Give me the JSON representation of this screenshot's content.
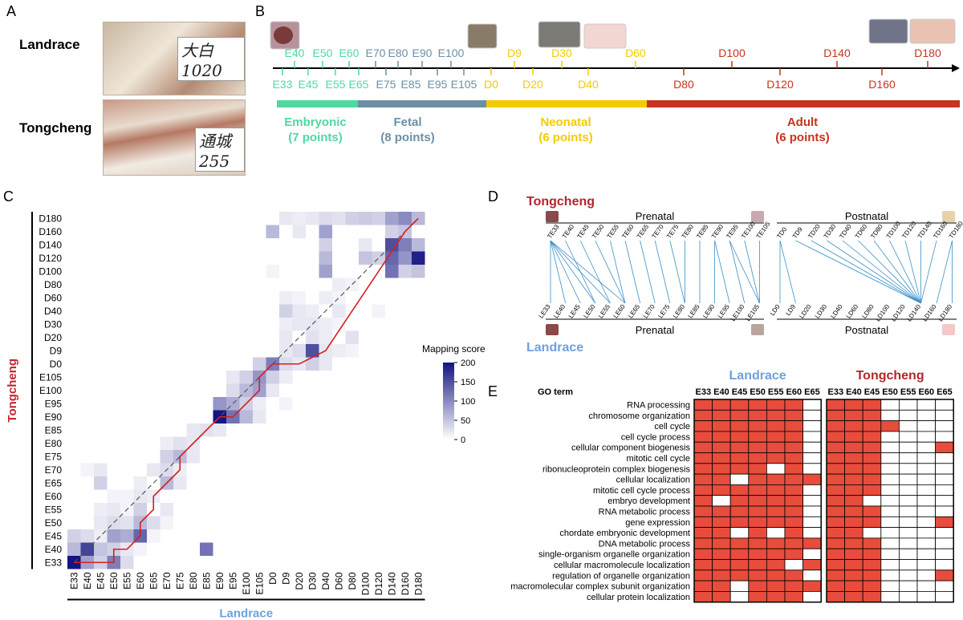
{
  "panels": {
    "A": "A",
    "B": "B",
    "C": "C",
    "D": "D",
    "E": "E"
  },
  "panelA": {
    "breeds": [
      "Landrace",
      "Tongcheng"
    ],
    "tags": [
      "大白1020",
      "通城255"
    ]
  },
  "panelB": {
    "top_labels": [
      {
        "text": "E40",
        "color": "#4fd9a0"
      },
      {
        "text": "E50",
        "color": "#4fd9a0"
      },
      {
        "text": "E60",
        "color": "#4fd9a0"
      },
      {
        "text": "E70",
        "color": "#6c8fa6"
      },
      {
        "text": "E80",
        "color": "#6c8fa6"
      },
      {
        "text": "E90",
        "color": "#6c8fa6"
      },
      {
        "text": "E100",
        "color": "#6c8fa6"
      },
      {
        "text": "D9",
        "color": "#f2cc00"
      },
      {
        "text": "D30",
        "color": "#f2cc00"
      },
      {
        "text": "D60",
        "color": "#f2cc00"
      },
      {
        "text": "D100",
        "color": "#c8321e"
      },
      {
        "text": "D140",
        "color": "#c8321e"
      },
      {
        "text": "D180",
        "color": "#c8321e"
      }
    ],
    "bottom_labels": [
      {
        "text": "E33",
        "color": "#4fd9a0"
      },
      {
        "text": "E45",
        "color": "#4fd9a0"
      },
      {
        "text": "E55",
        "color": "#4fd9a0"
      },
      {
        "text": "E65",
        "color": "#4fd9a0"
      },
      {
        "text": "E75",
        "color": "#6c8fa6"
      },
      {
        "text": "E85",
        "color": "#6c8fa6"
      },
      {
        "text": "E95",
        "color": "#6c8fa6"
      },
      {
        "text": "E105",
        "color": "#6c8fa6"
      },
      {
        "text": "D0",
        "color": "#f2cc00"
      },
      {
        "text": "D20",
        "color": "#f2cc00"
      },
      {
        "text": "D40",
        "color": "#f2cc00"
      },
      {
        "text": "D80",
        "color": "#c8321e"
      },
      {
        "text": "D120",
        "color": "#c8321e"
      },
      {
        "text": "D160",
        "color": "#c8321e"
      }
    ],
    "stages": [
      {
        "name": "Embryonic",
        "points": "(7 points)",
        "color": "#4fd9a0"
      },
      {
        "name": "Fetal",
        "points": "(8 points)",
        "color": "#6c8fa6"
      },
      {
        "name": "Neonatal",
        "points": "(6 points)",
        "color": "#f2cc00"
      },
      {
        "name": "Adult",
        "points": "(6 points)",
        "color": "#c8321e"
      }
    ]
  },
  "chart_data": {
    "type": "heatmap",
    "xlabel": "Landrace",
    "ylabel": "Tongcheng",
    "legend_title": "Mapping score",
    "legend_ticks": [
      "200",
      "150",
      "100",
      "50",
      "0"
    ],
    "scale": [
      0,
      200
    ],
    "categories": [
      "E33",
      "E40",
      "E45",
      "E50",
      "E55",
      "E60",
      "E65",
      "E70",
      "E75",
      "E80",
      "E85",
      "E90",
      "E95",
      "E100",
      "E105",
      "D0",
      "D9",
      "D20",
      "D30",
      "D40",
      "D60",
      "D80",
      "D100",
      "D120",
      "D140",
      "D160",
      "D180"
    ],
    "path": [
      [
        0,
        0
      ],
      [
        3,
        0
      ],
      [
        3,
        1
      ],
      [
        4,
        1
      ],
      [
        5,
        2
      ],
      [
        5,
        3
      ],
      [
        6,
        4
      ],
      [
        6,
        5
      ],
      [
        7,
        6
      ],
      [
        8,
        7
      ],
      [
        8,
        8
      ],
      [
        9,
        9
      ],
      [
        10,
        10
      ],
      [
        11,
        11
      ],
      [
        12,
        11
      ],
      [
        13,
        12
      ],
      [
        14,
        13
      ],
      [
        14,
        14
      ],
      [
        15,
        15
      ],
      [
        17,
        15
      ],
      [
        19,
        16
      ],
      [
        25,
        25
      ],
      [
        26,
        26
      ]
    ],
    "cells": [
      [
        0,
        0,
        200
      ],
      [
        1,
        0,
        80
      ],
      [
        2,
        0,
        40
      ],
      [
        3,
        0,
        110
      ],
      [
        4,
        0,
        30
      ],
      [
        0,
        1,
        60
      ],
      [
        1,
        1,
        160
      ],
      [
        2,
        1,
        50
      ],
      [
        3,
        1,
        40
      ],
      [
        4,
        1,
        20
      ],
      [
        5,
        1,
        10
      ],
      [
        10,
        1,
        120
      ],
      [
        0,
        2,
        40
      ],
      [
        1,
        2,
        30
      ],
      [
        2,
        2,
        15
      ],
      [
        3,
        2,
        80
      ],
      [
        4,
        2,
        70
      ],
      [
        5,
        2,
        130
      ],
      [
        6,
        2,
        10
      ],
      [
        2,
        3,
        20
      ],
      [
        3,
        3,
        30
      ],
      [
        4,
        3,
        25
      ],
      [
        5,
        3,
        60
      ],
      [
        6,
        3,
        30
      ],
      [
        7,
        3,
        10
      ],
      [
        2,
        4,
        15
      ],
      [
        3,
        4,
        20
      ],
      [
        4,
        4,
        10
      ],
      [
        5,
        4,
        40
      ],
      [
        7,
        4,
        20
      ],
      [
        3,
        5,
        10
      ],
      [
        4,
        5,
        10
      ],
      [
        5,
        5,
        20
      ],
      [
        6,
        5,
        15
      ],
      [
        2,
        6,
        40
      ],
      [
        5,
        6,
        15
      ],
      [
        7,
        6,
        60
      ],
      [
        8,
        6,
        20
      ],
      [
        1,
        7,
        10
      ],
      [
        2,
        7,
        20
      ],
      [
        6,
        7,
        20
      ],
      [
        7,
        7,
        30
      ],
      [
        8,
        7,
        15
      ],
      [
        7,
        8,
        40
      ],
      [
        8,
        8,
        60
      ],
      [
        9,
        8,
        20
      ],
      [
        7,
        9,
        15
      ],
      [
        8,
        9,
        25
      ],
      [
        9,
        9,
        20
      ],
      [
        9,
        10,
        20
      ],
      [
        10,
        10,
        25
      ],
      [
        11,
        10,
        20
      ],
      [
        11,
        11,
        200
      ],
      [
        12,
        11,
        120
      ],
      [
        13,
        11,
        60
      ],
      [
        14,
        11,
        20
      ],
      [
        11,
        12,
        90
      ],
      [
        12,
        12,
        70
      ],
      [
        13,
        12,
        40
      ],
      [
        14,
        12,
        15
      ],
      [
        16,
        12,
        10
      ],
      [
        12,
        13,
        30
      ],
      [
        13,
        13,
        60
      ],
      [
        14,
        13,
        80
      ],
      [
        15,
        13,
        20
      ],
      [
        12,
        14,
        20
      ],
      [
        13,
        14,
        40
      ],
      [
        14,
        14,
        90
      ],
      [
        15,
        14,
        40
      ],
      [
        16,
        14,
        15
      ],
      [
        14,
        15,
        40
      ],
      [
        15,
        15,
        110
      ],
      [
        16,
        15,
        30
      ],
      [
        17,
        15,
        20
      ],
      [
        18,
        15,
        40
      ],
      [
        19,
        15,
        20
      ],
      [
        16,
        16,
        20
      ],
      [
        17,
        16,
        30
      ],
      [
        18,
        16,
        150
      ],
      [
        19,
        16,
        20
      ],
      [
        20,
        16,
        15
      ],
      [
        21,
        16,
        10
      ],
      [
        16,
        17,
        20
      ],
      [
        18,
        17,
        25
      ],
      [
        19,
        17,
        15
      ],
      [
        21,
        17,
        25
      ],
      [
        16,
        18,
        15
      ],
      [
        17,
        18,
        20
      ],
      [
        18,
        18,
        20
      ],
      [
        19,
        18,
        15
      ],
      [
        20,
        18,
        10
      ],
      [
        16,
        19,
        40
      ],
      [
        17,
        19,
        20
      ],
      [
        18,
        19,
        15
      ],
      [
        20,
        19,
        20
      ],
      [
        23,
        19,
        10
      ],
      [
        16,
        20,
        15
      ],
      [
        17,
        20,
        10
      ],
      [
        19,
        20,
        15
      ],
      [
        20,
        20,
        10
      ],
      [
        20,
        21,
        15
      ],
      [
        21,
        21,
        10
      ],
      [
        15,
        22,
        10
      ],
      [
        19,
        22,
        80
      ],
      [
        24,
        22,
        120
      ],
      [
        25,
        22,
        40
      ],
      [
        26,
        22,
        50
      ],
      [
        19,
        23,
        60
      ],
      [
        22,
        23,
        50
      ],
      [
        23,
        23,
        40
      ],
      [
        24,
        23,
        130
      ],
      [
        25,
        23,
        90
      ],
      [
        26,
        23,
        190
      ],
      [
        19,
        24,
        40
      ],
      [
        22,
        24,
        20
      ],
      [
        24,
        24,
        150
      ],
      [
        25,
        24,
        110
      ],
      [
        26,
        24,
        60
      ],
      [
        15,
        25,
        60
      ],
      [
        17,
        25,
        20
      ],
      [
        19,
        25,
        80
      ],
      [
        24,
        25,
        40
      ],
      [
        25,
        25,
        50
      ],
      [
        16,
        26,
        20
      ],
      [
        17,
        26,
        15
      ],
      [
        18,
        26,
        20
      ],
      [
        19,
        26,
        30
      ],
      [
        20,
        26,
        25
      ],
      [
        21,
        26,
        40
      ],
      [
        22,
        26,
        45
      ],
      [
        23,
        26,
        40
      ],
      [
        24,
        26,
        80
      ],
      [
        25,
        26,
        100
      ],
      [
        26,
        26,
        60
      ]
    ]
  },
  "panelD": {
    "top_breed": "Tongcheng",
    "bottom_breed": "Landrace",
    "prenatal": "Prenatal",
    "postnatal": "Postnatal",
    "top_pre": [
      "TE33",
      "TE40",
      "TE45",
      "TE50",
      "TE55",
      "TE60",
      "TE65",
      "TE70",
      "TE75",
      "TE80",
      "TE85",
      "TE90",
      "TE95",
      "TE100",
      "TE105"
    ],
    "top_post": [
      "TD0",
      "TD9",
      "TD20",
      "TD30",
      "TD40",
      "TD60",
      "TD80",
      "TD100",
      "TD120",
      "TD140",
      "TD160",
      "TD180"
    ],
    "bot_pre": [
      "LE33",
      "LE40",
      "LE45",
      "LE50",
      "LE55",
      "LE60",
      "LE65",
      "LE70",
      "LE75",
      "LE80",
      "LE85",
      "LE90",
      "LE95",
      "LE100",
      "LE105"
    ],
    "bot_post": [
      "LD0",
      "LD9",
      "LD20",
      "LD30",
      "LD40",
      "LD60",
      "LD80",
      "LD100",
      "LD120",
      "LD140",
      "LD160",
      "LD180"
    ],
    "links_pre": [
      [
        0,
        0
      ],
      [
        0,
        1
      ],
      [
        0,
        2
      ],
      [
        0,
        3
      ],
      [
        0,
        4
      ],
      [
        0,
        5
      ],
      [
        1,
        3
      ],
      [
        2,
        4
      ],
      [
        3,
        5
      ],
      [
        4,
        5
      ],
      [
        5,
        6
      ],
      [
        6,
        7
      ],
      [
        7,
        8
      ],
      [
        8,
        9
      ],
      [
        9,
        9
      ],
      [
        10,
        10
      ],
      [
        11,
        11
      ],
      [
        12,
        13
      ],
      [
        12,
        14
      ],
      [
        13,
        14
      ],
      [
        14,
        14
      ],
      [
        11,
        12
      ]
    ],
    "links_post": [
      [
        0,
        0
      ],
      [
        0,
        1
      ],
      [
        1,
        9
      ],
      [
        2,
        9
      ],
      [
        3,
        9
      ],
      [
        4,
        9
      ],
      [
        5,
        9
      ],
      [
        6,
        9
      ],
      [
        7,
        9
      ],
      [
        8,
        9
      ],
      [
        9,
        9
      ],
      [
        10,
        9
      ],
      [
        11,
        11
      ],
      [
        11,
        10
      ]
    ]
  },
  "panelE": {
    "header": "GO term",
    "groups": [
      "Landrace",
      "Tongcheng"
    ],
    "columns": [
      "E33",
      "E40",
      "E45",
      "E50",
      "E55",
      "E60",
      "E65"
    ],
    "terms": [
      "RNA processing",
      "chromosome organization",
      "cell cycle",
      "cell cycle process",
      "cellular component biogenesis",
      "mitotic cell cycle",
      "ribonucleoprotein complex biogenesis",
      "cellular localization",
      "mitotic cell cycle process",
      "embryo development",
      "RNA metabolic process",
      "gene expression",
      "chordate embryonic development",
      "DNA metabolic process",
      "single-organism organelle organization",
      "cellular macromolecule localization",
      "regulation of organelle organization",
      "macromolecular complex subunit organization",
      "cellular protein localization"
    ],
    "landrace": [
      "1111110",
      "1111110",
      "1111110",
      "1111110",
      "1111110",
      "1111110",
      "1111010",
      "1101111",
      "1111110",
      "1011110",
      "1111110",
      "1111110",
      "1101010",
      "1111111",
      "1111110",
      "1111101",
      "1111110",
      "1101111",
      "1101110"
    ],
    "tongcheng": [
      "1110000",
      "1110000",
      "1111000",
      "1110000",
      "1110001",
      "1110000",
      "1110000",
      "1110000",
      "1110000",
      "1100000",
      "1110000",
      "1110001",
      "1100000",
      "1110000",
      "1110000",
      "1110000",
      "1110001",
      "1110000",
      "1110000"
    ],
    "colors": {
      "on": "#e74c3c",
      "off": "#ffffff"
    }
  }
}
